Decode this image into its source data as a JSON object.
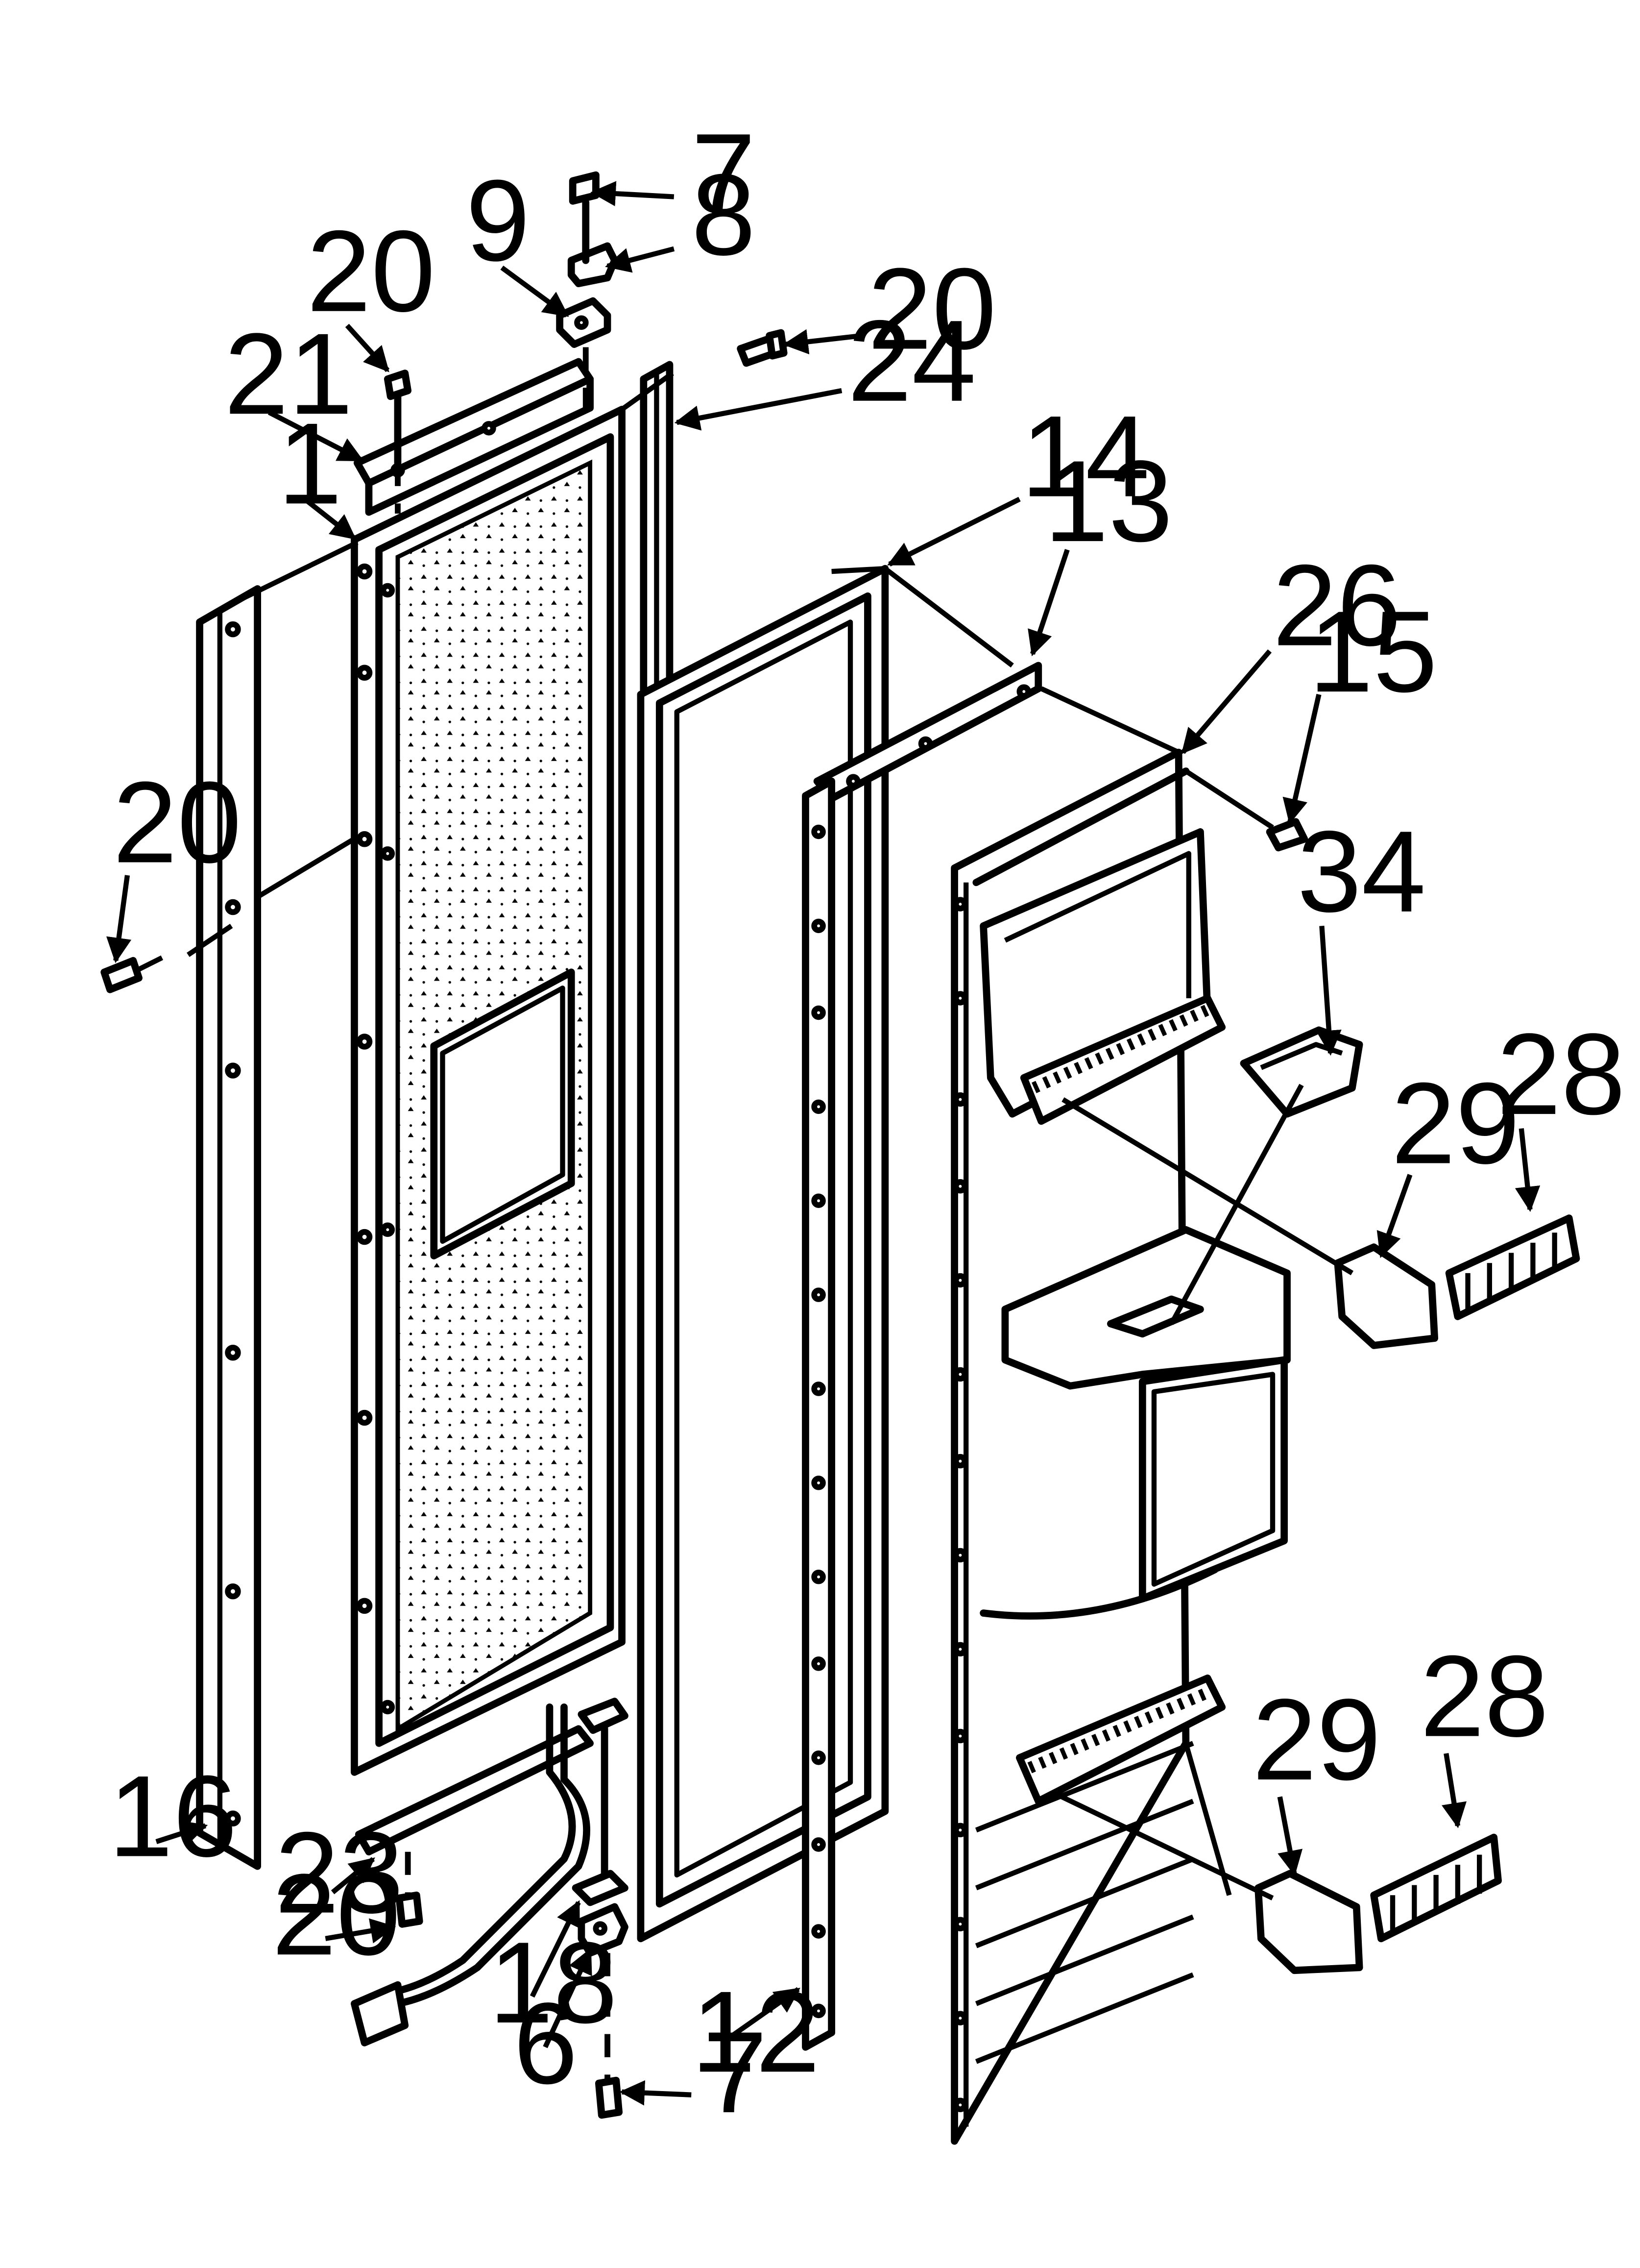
{
  "diagram": {
    "callouts": [
      {
        "id": "c7a",
        "label": "7"
      },
      {
        "id": "c8",
        "label": "8"
      },
      {
        "id": "c9",
        "label": "9"
      },
      {
        "id": "c20a",
        "label": "20"
      },
      {
        "id": "c20b",
        "label": "20"
      },
      {
        "id": "c24",
        "label": "24"
      },
      {
        "id": "c21",
        "label": "21"
      },
      {
        "id": "c1",
        "label": "1"
      },
      {
        "id": "c14",
        "label": "14"
      },
      {
        "id": "c13",
        "label": "13"
      },
      {
        "id": "c26",
        "label": "26"
      },
      {
        "id": "c15",
        "label": "15"
      },
      {
        "id": "c20c",
        "label": "20"
      },
      {
        "id": "c34",
        "label": "34"
      },
      {
        "id": "c28a",
        "label": "28"
      },
      {
        "id": "c29a",
        "label": "29"
      },
      {
        "id": "c28b",
        "label": "28"
      },
      {
        "id": "c29b",
        "label": "29"
      },
      {
        "id": "c16",
        "label": "16"
      },
      {
        "id": "c23",
        "label": "23"
      },
      {
        "id": "c20d",
        "label": "20"
      },
      {
        "id": "c18",
        "label": "18"
      },
      {
        "id": "c6",
        "label": "6"
      },
      {
        "id": "c12",
        "label": "12"
      },
      {
        "id": "c7b",
        "label": "7"
      }
    ]
  }
}
